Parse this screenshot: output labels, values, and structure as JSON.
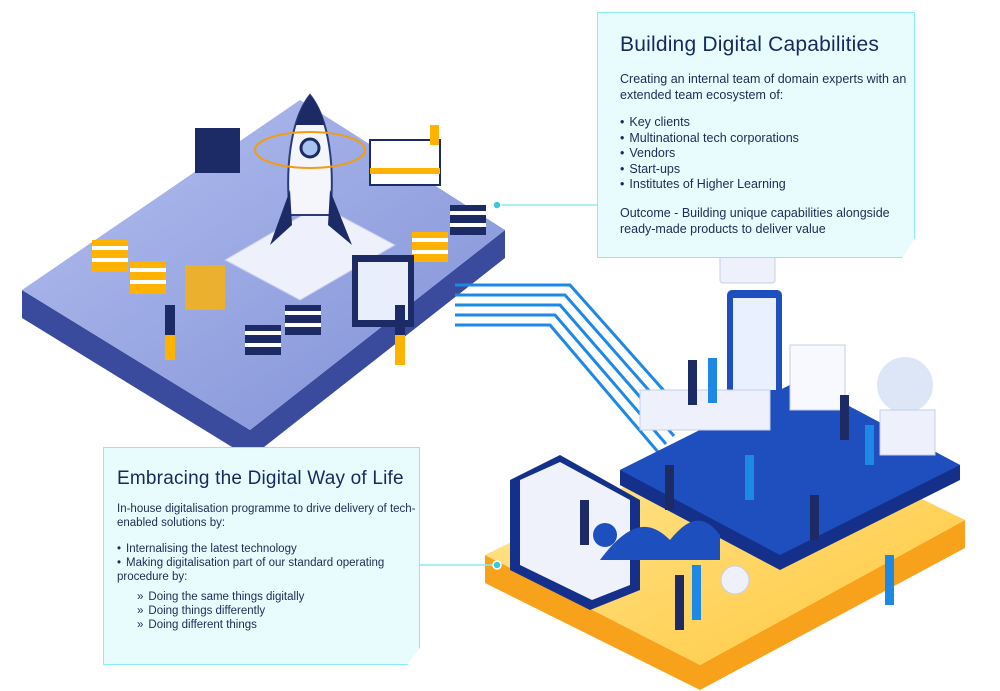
{
  "top_card": {
    "title": "Building Digital Capabilities",
    "intro": "Creating an internal team of domain experts with an extended team ecosystem of:",
    "items": [
      "Key clients",
      "Multinational tech corporations",
      "Vendors",
      "Start-ups",
      "Institutes of Higher Learning"
    ],
    "outcome": "Outcome - Building unique capabilities alongside ready-made products to deliver value"
  },
  "bottom_card": {
    "title": "Embracing the Digital Way of Life",
    "intro": "In-house digitalisation programme to drive delivery of tech-enabled solutions by:",
    "items": [
      "Internalising the latest technology",
      "Making digitalisation part of our standard operating procedure by:"
    ],
    "sub_items": [
      "Doing the same things digitally",
      "Doing things differently",
      "Doing different things"
    ]
  },
  "colors": {
    "blue_platform": "#9aa8e3",
    "yellow_platform": "#ffd35a",
    "accent": "#1e88e5",
    "card_border": "#8ceaf4"
  }
}
